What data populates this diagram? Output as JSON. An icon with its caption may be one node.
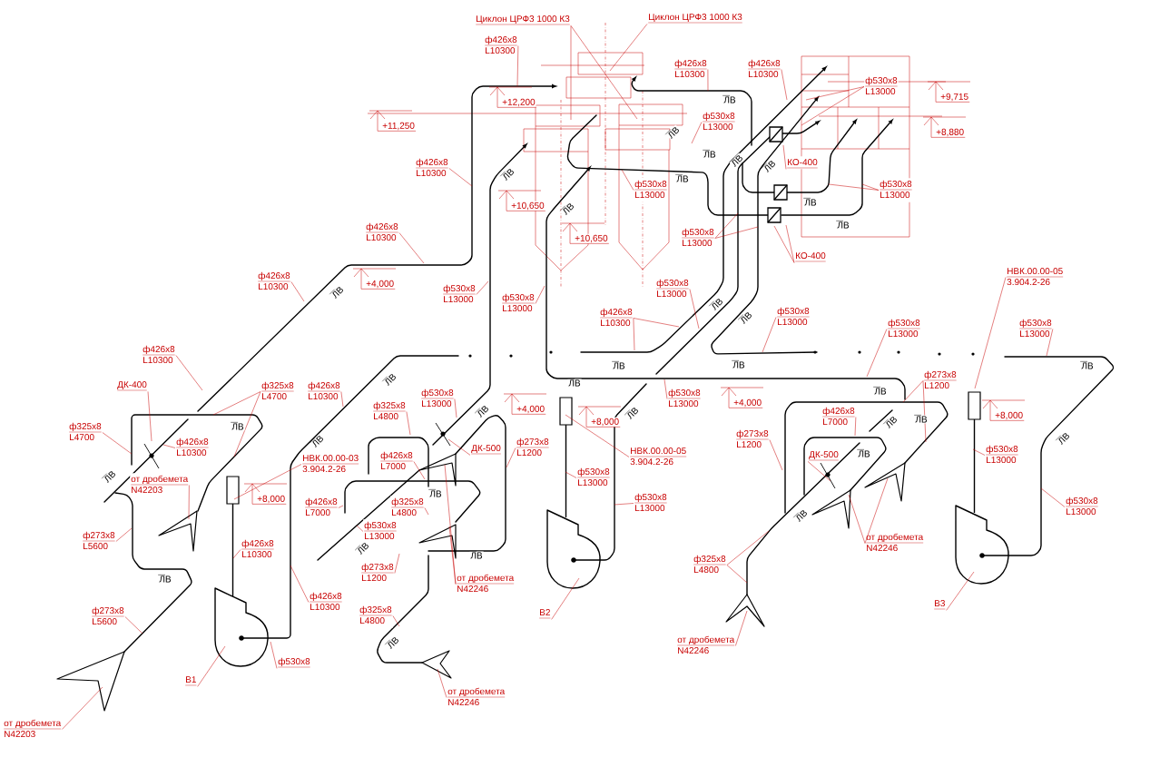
{
  "diagram": {
    "nodes": [
      {
        "text": [
          "Циклон ЦРФ3 1000 К3"
        ]
      },
      {
        "text": [
          "Циклон ЦРФ3 1000 К3"
        ]
      },
      {
        "text": [
          "ф426x8",
          "L10300"
        ]
      },
      {
        "text": [
          "ф426x8",
          "L10300"
        ]
      },
      {
        "text": [
          "ф426x8",
          "L10300"
        ]
      },
      {
        "text": [
          "ф530x8",
          "L13000"
        ]
      },
      {
        "text": [
          "ф530x8",
          "L13000"
        ]
      },
      {
        "text": [
          "ф426x8",
          "L10300"
        ]
      },
      {
        "text": [
          "КО-400"
        ]
      },
      {
        "text": [
          "ф530x8",
          "L13000"
        ]
      },
      {
        "text": [
          "ф530x8",
          "L13000"
        ]
      },
      {
        "text": [
          "ф426x8",
          "L10300"
        ]
      },
      {
        "text": [
          "ф530x8",
          "L13000"
        ]
      },
      {
        "text": [
          "КО-400"
        ]
      },
      {
        "text": [
          "ф426x8",
          "L10300"
        ]
      },
      {
        "text": [
          "ф530x8",
          "L13000"
        ]
      },
      {
        "text": [
          "ф530x8",
          "L13000"
        ]
      },
      {
        "text": [
          "ф530x8",
          "L13000"
        ]
      },
      {
        "text": [
          "ф426x8",
          "L10300"
        ]
      },
      {
        "text": [
          "ф530x8",
          "L13000"
        ]
      },
      {
        "text": [
          "ф530x8",
          "L13000"
        ]
      },
      {
        "text": [
          "НВК.00.00-05",
          "3.904.2-26"
        ]
      },
      {
        "text": [
          "ф530x8",
          "L13000"
        ]
      },
      {
        "text": [
          "ф426x8",
          "L10300"
        ]
      },
      {
        "text": [
          "ДК-400"
        ]
      },
      {
        "text": [
          "ф325x8",
          "L4700"
        ]
      },
      {
        "text": [
          "ф426x8",
          "L10300"
        ]
      },
      {
        "text": [
          "ф530x8",
          "L13000"
        ]
      },
      {
        "text": [
          "ф530x8",
          "L13000"
        ]
      },
      {
        "text": [
          "ф325x8",
          "L4800"
        ]
      },
      {
        "text": [
          "ф273x8",
          "L1200"
        ]
      },
      {
        "text": [
          "ф426x8",
          "L7000"
        ]
      },
      {
        "text": [
          "ф325x8",
          "L4700"
        ]
      },
      {
        "text": [
          "ф273x8",
          "L1200"
        ]
      },
      {
        "text": [
          "ф273x8",
          "L1200"
        ]
      },
      {
        "text": [
          "ф426x8",
          "L10300"
        ]
      },
      {
        "text": [
          "ДК-500"
        ]
      },
      {
        "text": [
          "ДК-500"
        ]
      },
      {
        "text": [
          "ф426x8",
          "L7000"
        ]
      },
      {
        "text": [
          "НВК.00.00-05",
          "3.904.2-26"
        ]
      },
      {
        "text": [
          "ф530x8",
          "L13000"
        ]
      },
      {
        "text": [
          "НВК.00.00-03",
          "3.904.2-26"
        ]
      },
      {
        "text": [
          "ф530x8",
          "L13000"
        ]
      },
      {
        "text": [
          "от дробемета",
          "N42203"
        ]
      },
      {
        "text": [
          "ф325x8",
          "L4800"
        ]
      },
      {
        "text": [
          "ф426x8",
          "L7000"
        ]
      },
      {
        "text": [
          "ф530x8",
          "L13000"
        ]
      },
      {
        "text": [
          "ф530x8",
          "L13000"
        ]
      },
      {
        "text": [
          "ф530x8",
          "L13000"
        ]
      },
      {
        "text": [
          "ф273x8",
          "L5600"
        ]
      },
      {
        "text": [
          "от дробемета",
          "N42246"
        ]
      },
      {
        "text": [
          "ф426x8",
          "L10300"
        ]
      },
      {
        "text": [
          "ф325x8",
          "L4800"
        ]
      },
      {
        "text": [
          "ф273x8",
          "L1200"
        ]
      },
      {
        "text": [
          "от дробемета",
          "N42246"
        ]
      },
      {
        "text": [
          "ф426x8",
          "L10300"
        ]
      },
      {
        "text": [
          "ф273x8",
          "L5600"
        ]
      },
      {
        "text": [
          "ф325x8",
          "L4800"
        ]
      },
      {
        "text": [
          "В1"
        ]
      },
      {
        "text": [
          "В2"
        ]
      },
      {
        "text": [
          "В3"
        ]
      },
      {
        "text": [
          "ф530x8"
        ]
      },
      {
        "text": [
          "от дробемета",
          "N42246"
        ]
      },
      {
        "text": [
          "от дробемета",
          "N42246"
        ]
      },
      {
        "text": [
          "от дробемета",
          "N42203"
        ]
      }
    ],
    "edges": [
      {
        "from": 0,
        "to": null,
        "arrow": "none"
      },
      {
        "from": 0,
        "to": null,
        "arrow": "none"
      },
      {
        "from": 1,
        "to": null,
        "arrow": "none"
      },
      {
        "from": 2,
        "to": null,
        "arrow": "none"
      },
      {
        "from": 3,
        "to": null,
        "arrow": "none"
      },
      {
        "from": 4,
        "to": null,
        "arrow": "none"
      },
      {
        "from": 5,
        "to": null,
        "arrow": "none"
      },
      {
        "from": 5,
        "to": null,
        "arrow": "none"
      },
      {
        "from": 6,
        "to": null,
        "arrow": "none"
      },
      {
        "from": 7,
        "to": null,
        "arrow": "none"
      },
      {
        "from": 8,
        "to": null,
        "arrow": "none"
      },
      {
        "from": 9,
        "to": null,
        "arrow": "none"
      },
      {
        "from": 10,
        "to": null,
        "arrow": "none"
      },
      {
        "from": 10,
        "to": null,
        "arrow": "none"
      },
      {
        "from": 11,
        "to": null,
        "arrow": "none"
      },
      {
        "from": 12,
        "to": null,
        "arrow": "none"
      },
      {
        "from": 12,
        "to": null,
        "arrow": "none"
      },
      {
        "from": 13,
        "to": null,
        "arrow": "none"
      },
      {
        "from": 13,
        "to": null,
        "arrow": "none"
      },
      {
        "from": 14,
        "to": null,
        "arrow": "none"
      },
      {
        "from": 15,
        "to": null,
        "arrow": "none"
      },
      {
        "from": 16,
        "to": null,
        "arrow": "none"
      },
      {
        "from": 17,
        "to": null,
        "arrow": "none"
      },
      {
        "from": 18,
        "to": null,
        "arrow": "none"
      },
      {
        "from": 18,
        "to": null,
        "arrow": "none"
      },
      {
        "from": 19,
        "to": null,
        "arrow": "none"
      },
      {
        "from": 20,
        "to": null,
        "arrow": "none"
      },
      {
        "from": 21,
        "to": null,
        "arrow": "none"
      },
      {
        "from": 22,
        "to": null,
        "arrow": "none"
      },
      {
        "from": 23,
        "to": null,
        "arrow": "none"
      },
      {
        "from": 24,
        "to": null,
        "arrow": "none"
      },
      {
        "from": 25,
        "to": null,
        "arrow": "none"
      },
      {
        "from": 25,
        "to": null,
        "arrow": "none"
      },
      {
        "from": 26,
        "to": null,
        "arrow": "none"
      },
      {
        "from": 27,
        "to": null,
        "arrow": "none"
      },
      {
        "from": 28,
        "to": null,
        "arrow": "none"
      },
      {
        "from": 29,
        "to": null,
        "arrow": "none"
      },
      {
        "from": 30,
        "to": null,
        "arrow": "none"
      },
      {
        "from": 30,
        "to": null,
        "arrow": "none"
      },
      {
        "from": 31,
        "to": null,
        "arrow": "none"
      },
      {
        "from": 32,
        "to": null,
        "arrow": "none"
      },
      {
        "from": 33,
        "to": null,
        "arrow": "none"
      },
      {
        "from": 34,
        "to": null,
        "arrow": "none"
      },
      {
        "from": 35,
        "to": null,
        "arrow": "none"
      },
      {
        "from": 36,
        "to": null,
        "arrow": "none"
      },
      {
        "from": 37,
        "to": null,
        "arrow": "none"
      },
      {
        "from": 38,
        "to": null,
        "arrow": "none"
      },
      {
        "from": 39,
        "to": null,
        "arrow": "none"
      },
      {
        "from": 40,
        "to": null,
        "arrow": "none"
      },
      {
        "from": 41,
        "to": null,
        "arrow": "none"
      },
      {
        "from": 42,
        "to": null,
        "arrow": "none"
      },
      {
        "from": 43,
        "to": null,
        "arrow": "none"
      },
      {
        "from": 44,
        "to": null,
        "arrow": "none"
      },
      {
        "from": 45,
        "to": null,
        "arrow": "none"
      },
      {
        "from": 46,
        "to": null,
        "arrow": "none"
      },
      {
        "from": 47,
        "to": null,
        "arrow": "none"
      },
      {
        "from": 48,
        "to": null,
        "arrow": "none"
      },
      {
        "from": 49,
        "to": null,
        "arrow": "none"
      },
      {
        "from": 50,
        "to": null,
        "arrow": "none"
      },
      {
        "from": 50,
        "to": null,
        "arrow": "none"
      },
      {
        "from": 51,
        "to": null,
        "arrow": "none"
      },
      {
        "from": 52,
        "to": null,
        "arrow": "none"
      },
      {
        "from": 52,
        "to": null,
        "arrow": "none"
      },
      {
        "from": 53,
        "to": null,
        "arrow": "none"
      },
      {
        "from": 54,
        "to": null,
        "arrow": "none"
      },
      {
        "from": 54,
        "to": null,
        "arrow": "none"
      },
      {
        "from": 55,
        "to": null,
        "arrow": "none"
      },
      {
        "from": 56,
        "to": null,
        "arrow": "none"
      },
      {
        "from": 57,
        "to": null,
        "arrow": "none"
      },
      {
        "from": 58,
        "to": null,
        "arrow": "none"
      },
      {
        "from": 59,
        "to": null,
        "arrow": "none"
      },
      {
        "from": 60,
        "to": null,
        "arrow": "none"
      },
      {
        "from": 61,
        "to": null,
        "arrow": "none"
      },
      {
        "from": 62,
        "to": null,
        "arrow": "none"
      },
      {
        "from": 63,
        "to": null,
        "arrow": "none"
      },
      {
        "from": 64,
        "to": null,
        "arrow": "none"
      }
    ],
    "labels": [
      "+12,200",
      "ЛВ",
      "+9,715",
      "+11,250",
      "ЛВ",
      "+8,880",
      "ЛВ",
      "ЛВ",
      "ЛВ",
      "ЛВ",
      "ЛВ",
      "+10,650",
      "ЛВ",
      "ЛВ",
      "ЛВ",
      "+10,650",
      "ЛВ",
      "+4,000",
      "ЛВ",
      "ЛВ",
      "ЛВ",
      "ЛВ",
      "ЛВ",
      "ЛВ",
      "ЛВ",
      "ЛВ",
      "ЛВ",
      "+4,000",
      "ЛВ",
      "+4,000",
      "ЛВ",
      "ЛВ",
      "+8,000",
      "ЛВ",
      "+8,000",
      "ЛВ",
      "ЛВ",
      "ЛВ",
      "ЛВ",
      "+8,000",
      "ЛВ",
      "ЛВ",
      "ЛВ",
      "ЛВ",
      "ЛВ",
      "ЛВ"
    ]
  }
}
